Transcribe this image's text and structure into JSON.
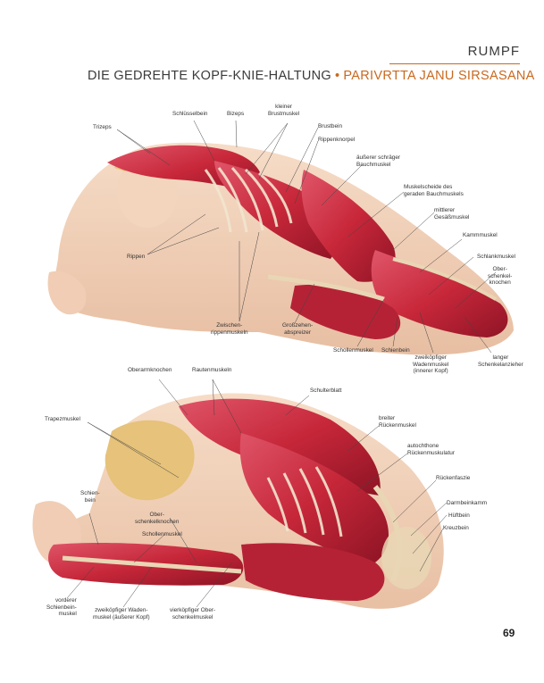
{
  "header": {
    "section": "RUMPF",
    "title_de": "DIE GEDREHTE KOPF-KNIE-HALTUNG",
    "separator": "•",
    "title_sanskrit": "PARIVRTTA JANU SIRSASANA"
  },
  "top_labels": {
    "trizeps": "Trizeps",
    "schluesselbein": "Schlüsselbein",
    "bizeps": "Bizeps",
    "kleiner_brustmuskel": "kleiner\nBrustmuskel",
    "brustbein": "Brustbein",
    "rippenknorpel": "Rippenknorpel",
    "aeusserer_schraeger": "äußerer schräger\nBauchmuskel",
    "muskelscheide": "Muskelscheide des\ngeraden Bauchmuskels",
    "mittlerer_gesaess": "mittlerer\nGesäßmuskel",
    "kammmuskel": "Kammmuskel",
    "schlankmuskel": "Schlankmuskel",
    "oberschenkelknochen": "Ober-\nschenkel-\nknochen",
    "rippen": "Rippen",
    "zwischenrippen": "Zwischen-\nrippenmuskeln",
    "grosszehen": "Großzehen-\nabspreizer",
    "schollenmuskel": "Schollenmuskel",
    "schienbein": "Schienbein",
    "zweikoepfiger_innen": "zweiköpfiger\nWadenmuskel\n(innerer Kopf)",
    "langer_schenkel": "langer\nSchenkelanzieher"
  },
  "bottom_labels": {
    "oberarmknochen": "Oberarmknochen",
    "rautenmuskeln": "Rautenmuskeln",
    "schulterblatt": "Schulterblatt",
    "trapezmuskel": "Trapezmuskel",
    "breiter_ruecken": "breiter\nRückenmuskel",
    "autochthone": "autochthone\nRückenmuskulatur",
    "rueckenfaszie": "Rückenfaszie",
    "schienbein": "Schien-\nbein",
    "oberschenkelknochen": "Ober-\nschenkelknochen",
    "schollenmuskel": "Schollenmuskel",
    "darmbeinkamm": "Darmbeinkamm",
    "hueftbein": "Hüftbein",
    "kreuzbein": "Kreuzbein",
    "vorderer_schienbein": "vorderer\nSchienbein-\nmuskel",
    "zweikoepfiger_aussen": "zweiköpfiger Waden-\nmuskel (äußerer Kopf)",
    "vierkoepfiger": "vierköpfiger Ober-\nschenkelmuskel"
  },
  "page_number": "69",
  "colors": {
    "accent": "#c9691f",
    "muscle": "#c8283a",
    "skin": "#f1d3bd",
    "bone": "#e9d6b4",
    "hair": "#e6c27a"
  }
}
